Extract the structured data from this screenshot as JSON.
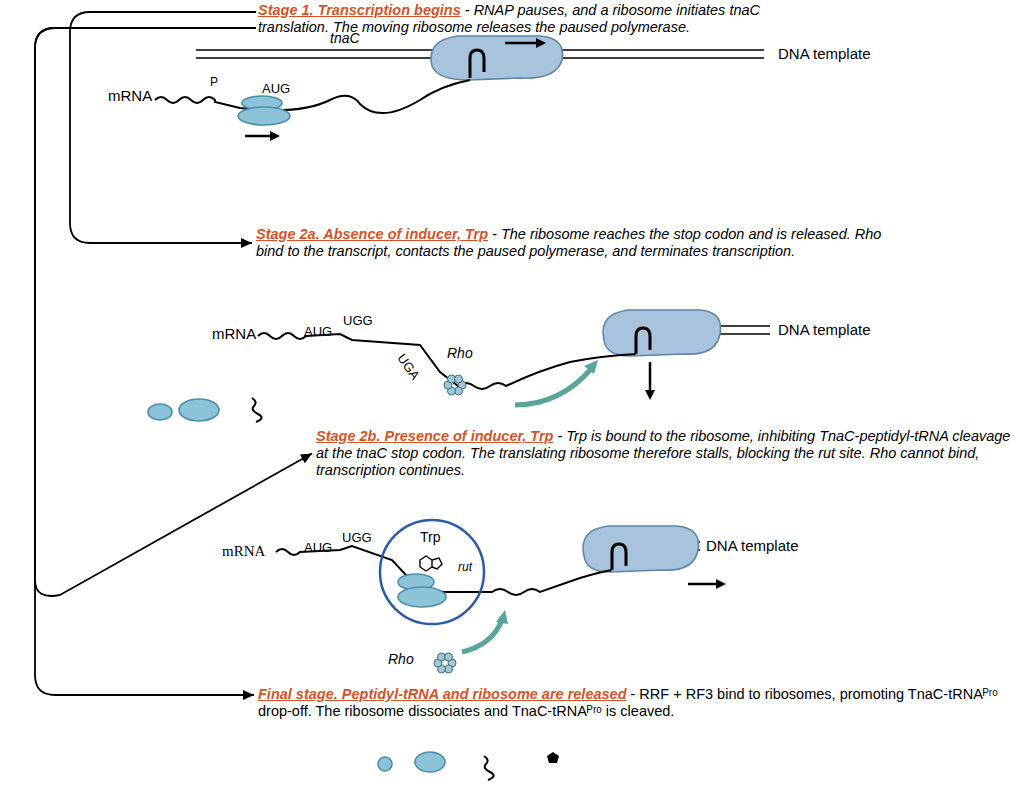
{
  "diagram": {
    "nodes": [
      {
        "text": [
          "Stage 1. Transcription begins",
          "- RNAP pauses, and a ribosome initiates tnaC translation. The moving ribosome releases the paused polymerase."
        ]
      },
      {
        "text": [
          "Stage 2a. Absence of inducer, Trp",
          "- The ribosome reaches the stop codon and is released. Rho bind to the transcript, contacts the paused polymerase, and terminates transcription."
        ]
      },
      {
        "text": [
          "Stage 2b. Presence of inducer, Trp",
          "- Trp is bound to the ribosome, inhibiting TnaC-peptidyl-tRNA cleavage at the tnaC stop codon. The translating ribosome therefore stalls, blocking the rut site. Rho cannot bind, transcription continues."
        ]
      },
      {
        "text": [
          "Final stage. Peptidyl-tRNA and ribosome are released",
          "- RRF + RF3 bind to ribosomes, promoting TnaC-tRNAᴾʳᵒ drop-off. The ribosome dissociates and TnaC-tRNAᴾʳᵒ is cleaved."
        ]
      }
    ],
    "edges": [
      {
        "from": 0,
        "to": 1,
        "arrow": "to"
      },
      {
        "from": 0,
        "to": 2,
        "arrow": "to"
      },
      {
        "from": 0,
        "to": 3,
        "arrow": "to"
      }
    ],
    "labels": [
      "tnaC",
      "DNA template",
      "mRNA",
      "P",
      "AUG",
      "mRNA",
      "AUG",
      "UGG",
      "UGA",
      "Rho",
      "DNA template",
      "mRNA",
      "AUG",
      "UGG",
      "Trp",
      "rut",
      "Rho",
      "DNA template"
    ]
  }
}
